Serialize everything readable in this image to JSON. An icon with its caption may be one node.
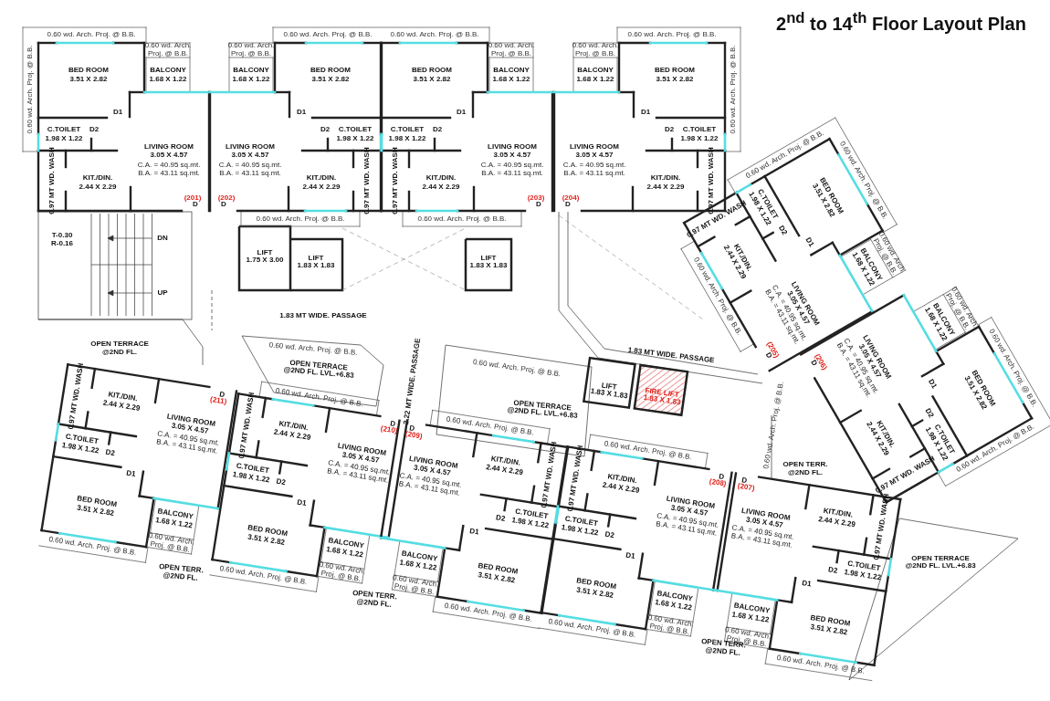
{
  "diagram": {
    "title": "2$^{nd}$ to 14$^{th}$ Floor Layout Plan",
    "labels": [
      "0.60 wd. Arch. Proj. @ B.B.",
      "0.60 wd. Arch. Proj. @ B.B.",
      "0.60 wd. Arch. Proj. @ B.B.",
      "BED ROOM",
      "3.51 X 2.82",
      "BALCONY",
      "1.68 X 1.22",
      "D1",
      "C.TOILET",
      "1.98 X 1.22",
      "D2",
      "LIVING ROOM",
      "3.05 X 4.57",
      "C.A. = 40.95 sq.mt.",
      "B.A. = 43.11 sq.mt.",
      "0.97 MT WD. WASH",
      "KIT./DIN.",
      "2.44 X 2.29",
      "(201)",
      "D",
      "0.60 wd. Arch. Proj. @ B.B.",
      "0.60 wd. Arch. Proj. @ B.B.",
      "BED ROOM",
      "3.51 X 2.82",
      "BALCONY",
      "1.68 X 1.22",
      "D1",
      "C.TOILET",
      "1.98 X 1.22",
      "D2",
      "LIVING ROOM",
      "3.05 X 4.57",
      "C.A. = 40.95 sq.mt.",
      "B.A. = 43.11 sq.mt.",
      "0.97 MT WD. WASH",
      "KIT./DIN.",
      "2.44 X 2.29",
      "0.60 wd. Arch. Proj. @ B.B.",
      "(202)",
      "D",
      "0.60 wd. Arch. Proj. @ B.B.",
      "0.60 wd. Arch. Proj. @ B.B.",
      "BED ROOM",
      "3.51 X 2.82",
      "BALCONY",
      "1.68 X 1.22",
      "D1",
      "C.TOILET",
      "1.98 X 1.22",
      "D2",
      "LIVING ROOM",
      "3.05 X 4.57",
      "C.A. = 40.95 sq.mt.",
      "B.A. = 43.11 sq.mt.",
      "0.97 MT WD. WASH",
      "KIT./DIN.",
      "2.44 X 2.29",
      "0.60 wd. Arch. Proj. @ B.B.",
      "(203)",
      "D",
      "0.60 wd. Arch. Proj. @ B.B.",
      "0.60 wd. Arch. Proj. @ B.B.",
      "0.60 wd. Arch. Proj. @ B.B.",
      "BED ROOM",
      "3.51 X 2.82",
      "BALCONY",
      "1.68 X 1.22",
      "D1",
      "C.TOILET",
      "1.98 X 1.22",
      "D2",
      "LIVING ROOM",
      "3.05 X 4.57",
      "C.A. = 40.95 sq.mt.",
      "B.A. = 43.11 sq.mt.",
      "0.97 MT WD. WASH",
      "KIT./DIN.",
      "2.44 X 2.29",
      "(204)",
      "D",
      "T-0.30",
      "R-0.16",
      "DN",
      "UP",
      "LIFT",
      "1.75 X 3.00",
      "LIFT",
      "1.83 X 1.83",
      "LIFT",
      "1.83 X 1.83",
      "1.83 MT WIDE. PASSAGE",
      "0.60 wd. Arch. Proj. @ B.B.",
      "0.60 wd. Arch. Proj. @ B.B.",
      "0.60 wd. Arch. Proj. @ B.B.",
      "BED ROOM",
      "3.51 X 2.82",
      "BALCONY",
      "1.68 X 1.22",
      "D1",
      "C.TOILET",
      "1.98 X 1.22",
      "D2",
      "LIVING ROOM",
      "3.05 X 4.57",
      "C.A. = 40.95 sq.mt.",
      "B.A. = 43.11 sq.mt.",
      "0.97 MT WD. WASH",
      "KIT./DIN.",
      "2.44 X 2.29",
      "0.60 wd. Arch. Proj. @ B.B.",
      "(205)",
      "D",
      "0.60 wd. Arch. Proj. @ B.B.",
      "0.60 wd. Arch. Proj. @ B.B.",
      "0.60 wd. Arch. Proj. @ B.B.",
      "BED ROOM",
      "3.51 X 2.82",
      "BALCONY",
      "1.68 X 1.22",
      "D1",
      "C.TOILET",
      "1.98 X 1.22",
      "D2",
      "LIVING ROOM",
      "3.05 X 4.57",
      "C.A. = 40.95 sq.mt.",
      "B.A. = 43.11 sq.mt.",
      "0.97 MT WD. WASH",
      "KIT./DIN.",
      "2.44 X 2.29",
      "(206)",
      "D",
      "OPEN TERRACE @2ND FL.",
      "0.60 wd. Arch. Proj. @ B.B.",
      "OPEN TERRACE",
      "@2ND FL. LVL.+6.83",
      "2.22 MT WIDE. PASSAGE",
      "1.83 MT WIDE. PASSAGE",
      "0.60 wd. Arch. Proj. @ B.B.",
      "OPEN TERRACE",
      "@2ND FL. LVL.+6.83",
      "LIFT",
      "1.83 X 1.83",
      "FIRE LIFT",
      "1.83 X 1.83",
      "0.60 wd. Arch. Proj. @ B.B.",
      "0.60 wd. Arch. Proj. @ B.B.",
      "BED ROOM",
      "3.51 X 2.82",
      "BALCONY",
      "1.68 X 1.22",
      "D1",
      "C.TOILET",
      "1.98 X 1.22",
      "D2",
      "LIVING ROOM",
      "3.05 X 4.57",
      "C.A. = 40.95 sq.mt.",
      "B.A. = 43.11 sq.mt.",
      "0.97 MT WD. WASH",
      "KIT./DIN.",
      "2.44 X 2.29",
      "(211)",
      "D",
      "0.60 wd. Arch. Proj. @ B.B.",
      "0.60 wd. Arch. Proj. @ B.B.",
      "BED ROOM",
      "3.51 X 2.82",
      "BALCONY",
      "1.68 X 1.22",
      "D1",
      "C.TOILET",
      "1.98 X 1.22",
      "D2",
      "LIVING ROOM",
      "3.05 X 4.57",
      "C.A. = 40.95 sq.mt.",
      "B.A. = 43.11 sq.mt.",
      "0.97 MT WD. WASH",
      "KIT./DIN.",
      "2.44 X 2.29",
      "0.60 wd. Arch. Proj. @ B.B.",
      "(210)",
      "D",
      "0.60 wd. Arch. Proj. @ B.B.",
      "0.60 wd. Arch. Proj. @ B.B.",
      "BED ROOM",
      "3.51 X 2.82",
      "BALCONY",
      "1.68 X 1.22",
      "D1",
      "C.TOILET",
      "1.98 X 1.22",
      "D2",
      "LIVING ROOM",
      "3.05 X 4.57",
      "C.A. = 40.95 sq.mt.",
      "B.A. = 43.11 sq.mt.",
      "0.97 MT WD. WASH",
      "KIT./DIN.",
      "2.44 X 2.29",
      "0.60 wd. Arch. Proj. @ B.B.",
      "(209)",
      "D",
      "0.60 wd. Arch. Proj. @ B.B.",
      "0.60 wd. Arch. Proj. @ B.B.",
      "BED ROOM",
      "3.51 X 2.82",
      "BALCONY",
      "1.68 X 1.22",
      "D1",
      "C.TOILET",
      "1.98 X 1.22",
      "D2",
      "LIVING ROOM",
      "3.05 X 4.57",
      "C.A. = 40.95 sq.mt.",
      "B.A. = 43.11 sq.mt.",
      "0.97 MT WD. WASH",
      "KIT./DIN.",
      "2.44 X 2.29",
      "0.60 wd. Arch. Proj. @ B.B.",
      "(208)",
      "D",
      "0.60 wd. Arch. Proj. @ B.B.",
      "0.60 wd. Arch. Proj. @ B.B.",
      "BED ROOM",
      "3.51 X 2.82",
      "BALCONY",
      "1.68 X 1.22",
      "D1",
      "C.TOILET",
      "1.98 X 1.22",
      "D2",
      "LIVING ROOM",
      "3.05 X 4.57",
      "C.A. = 40.95 sq.mt.",
      "B.A. = 43.11 sq.mt.",
      "0.97 MT WD. WASH",
      "KIT./DIN.",
      "2.44 X 2.29",
      "(207)",
      "D",
      "OPEN TERR. @2ND FL.",
      "OPEN TERR. @2ND FL.",
      "OPEN TERR. @2ND FL.",
      "OPEN TERR. @2ND FL.",
      "0.60 wd. Arch. Proj. @ B.B.",
      "OPEN TERRACE",
      "@2ND FL. LVL.+6.83"
    ]
  }
}
